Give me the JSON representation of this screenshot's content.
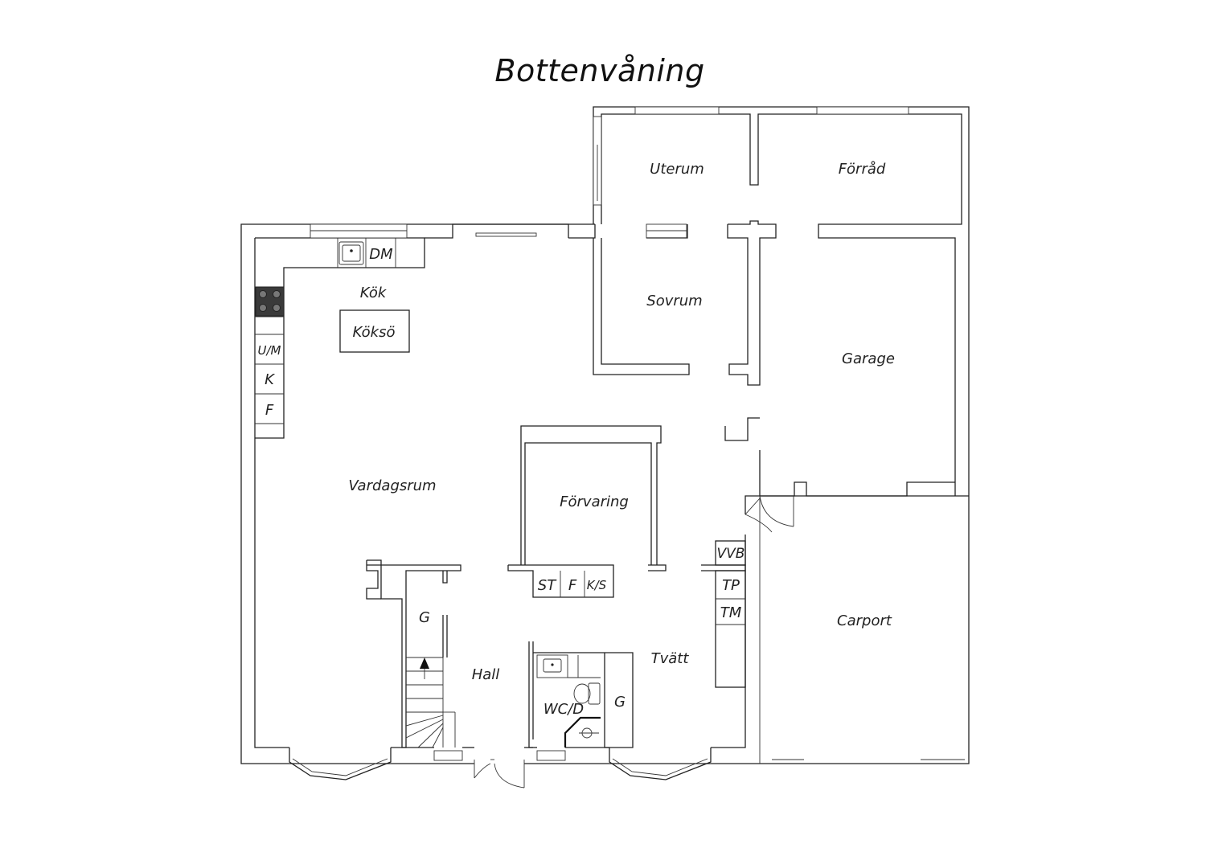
{
  "title": "Bottenvåning",
  "rooms": {
    "uterum": "Uterum",
    "forrad": "Förråd",
    "kok": "Kök",
    "kokso": "Köksö",
    "sovrum": "Sovrum",
    "garage": "Garage",
    "vardagsrum": "Vardagsrum",
    "forvaring": "Förvaring",
    "carport": "Carport",
    "hall": "Hall",
    "tvatt": "Tvätt",
    "wc": "WC/D"
  },
  "fixtures": {
    "dm": "DM",
    "um": "U/M",
    "k": "K",
    "f_kitchen": "F",
    "st": "ST",
    "f_storage": "F",
    "ks": "K/S",
    "vvb": "VVB",
    "tp": "TP",
    "tm": "TM",
    "g_hall": "G",
    "g_wc": "G"
  }
}
